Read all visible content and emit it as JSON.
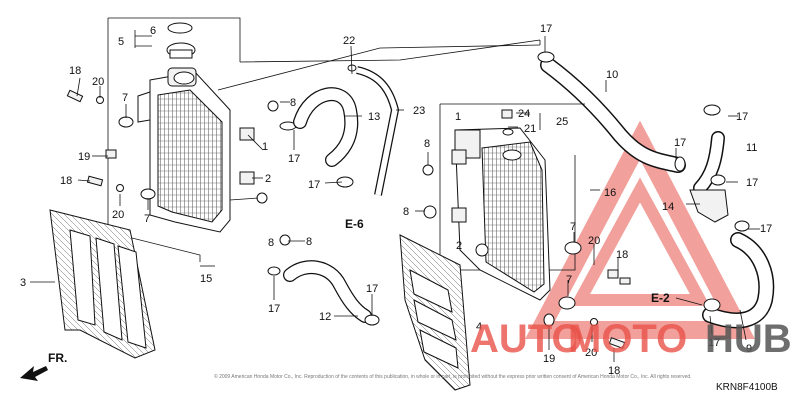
{
  "diagram_code": "KRN8F4100B",
  "front_label": "FR.",
  "watermark": {
    "auto": "AUTO",
    "moto": "MOTO",
    "hub": "HUB",
    "accent_color": "#e8534a",
    "dark_color": "#555555"
  },
  "copyright": "© 2009 American Honda Motor Co., Inc. Reproduction of the contents of this publication, in whole or in part, is prohibited without the express prior written consent of American Honda Motor Co., Inc. All rights reserved.",
  "refs": {
    "e6": "E-6",
    "e2": "E-2"
  },
  "callouts": {
    "c1": "1",
    "c2": "2",
    "c3": "3",
    "c4": "4",
    "c5": "5",
    "c6": "6",
    "c7a": "7",
    "c7b": "7",
    "c7c": "7",
    "c7d": "7",
    "c8a": "8",
    "c8b": "8",
    "c8c": "8",
    "c8d": "8",
    "c8e": "8",
    "c9": "9",
    "c10": "10",
    "c11": "11",
    "c12": "12",
    "c13": "13",
    "c14": "14",
    "c15": "15",
    "c16": "16",
    "c17a": "17",
    "c17b": "17",
    "c17c": "17",
    "c17d": "17",
    "c17e": "17",
    "c17f": "17",
    "c17g": "17",
    "c17h": "17",
    "c17i": "17",
    "c17j": "17",
    "c18a": "18",
    "c18b": "18",
    "c18c": "18",
    "c18d": "18",
    "c19a": "19",
    "c19b": "19",
    "c20a": "20",
    "c20b": "20",
    "c20c": "20",
    "c20d": "20",
    "c21": "21",
    "c22": "22",
    "c23": "23",
    "c24": "24",
    "c25": "25",
    "c2b": "2",
    "c1b": "1"
  }
}
